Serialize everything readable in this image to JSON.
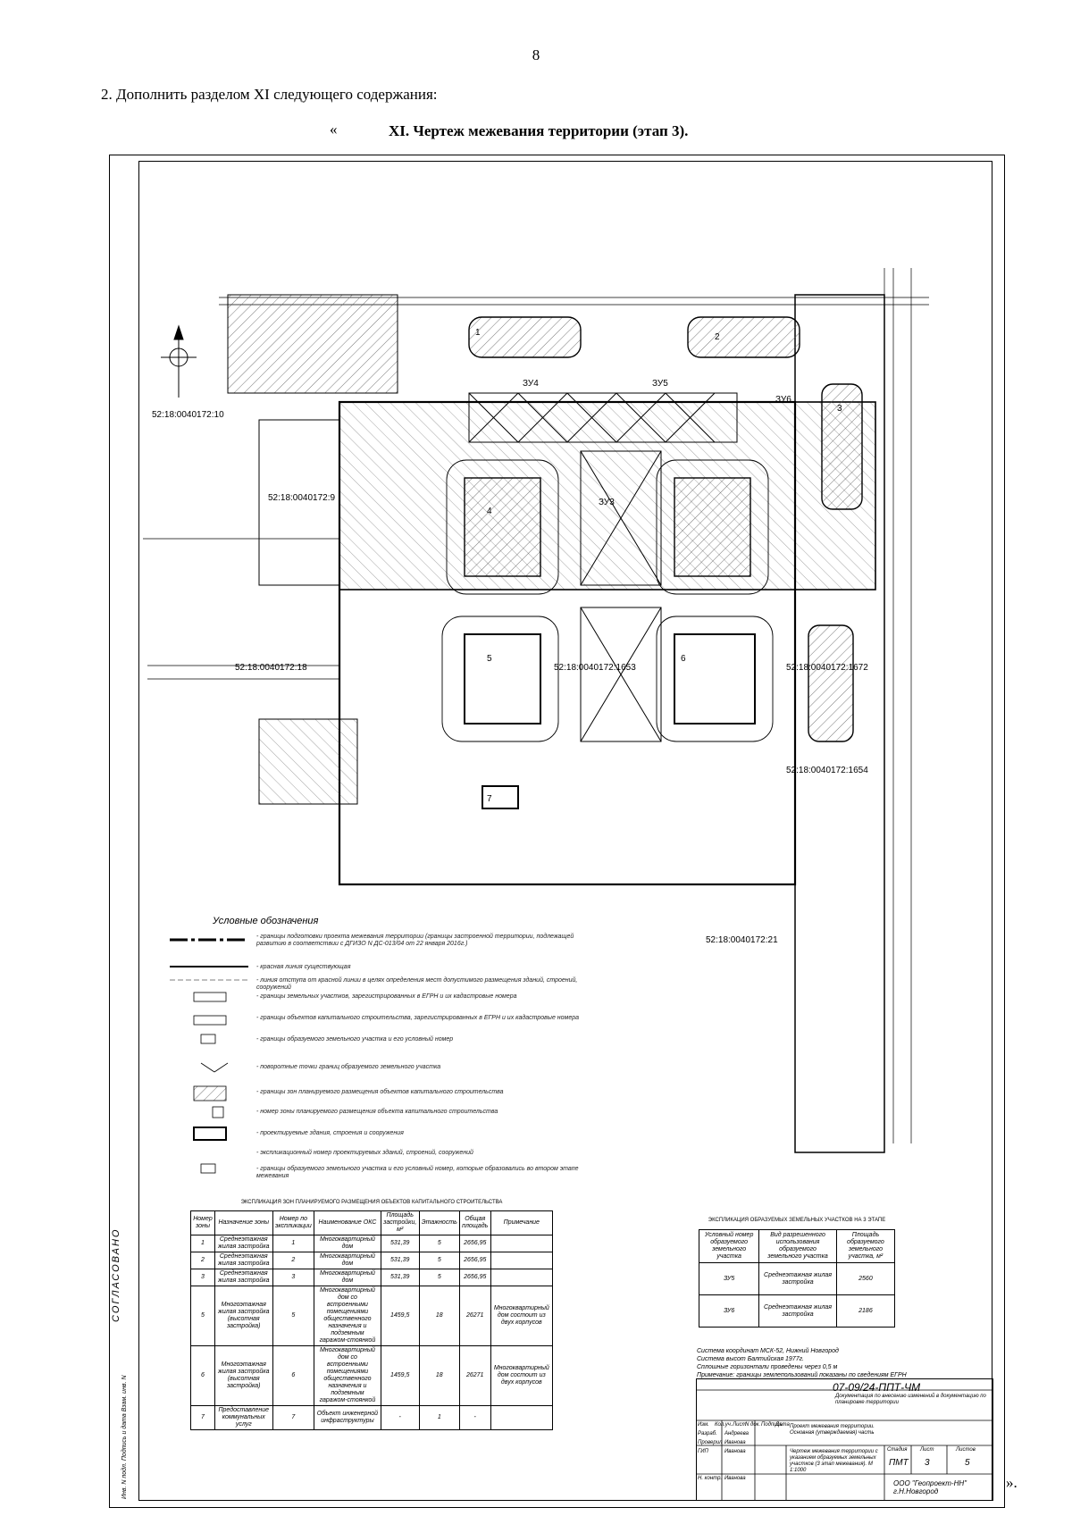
{
  "page_number": "8",
  "item_text": "2.  Дополнить разделом XI следующего содержания:",
  "quote_open": "«",
  "section_heading": "XI. Чертеж межевания территории (этап 3).",
  "quote_close": "».",
  "map": {
    "parcels": [
      "52:18:0040172:10",
      "52:18:0040172:9",
      "52:18:0040172:18",
      "52:18:0040172:1653",
      "52:18:0040172:1672",
      "52:18:0040172:1654",
      "52:18:0040172:21"
    ],
    "zones": [
      "ЗУ4",
      "ЗУ5",
      "ЗУ6",
      "ЗУ3"
    ],
    "buildings": [
      "1",
      "2",
      "3",
      "4",
      "5",
      "6",
      "7"
    ]
  },
  "legend": {
    "title": "Условные обозначения",
    "items": [
      "- границы подготовки проекта межевания территории (границы застроенной территории, подлежащей развитию в соответствии с ДГИЗО N ДС-013/04 от 22 января 2016г.)",
      "- красная линия существующая",
      "- линия отступа от красной линии в целях определения мест допустимого размещения зданий, строений, сооружений",
      "- границы земельных участков, зарегистрированных в ЕГРН и их кадастровые номера",
      "- границы объектов капитального строительства, зарегистрированных в ЕГРН и их кадастровые номера",
      "- границы образуемого земельного участка и его условный номер",
      "- поворотные точки границ образуемого земельного участка",
      "- границы зон планируемого размещения объектов капитального строительства",
      "- номер зоны планируемого размещения объекта капитального строительства",
      "- проектируемые здания, строения и сооружения",
      "- экспликационный номер проектируемых зданий, строений, сооружений",
      "- границы образуемого земельного участка и его условный номер, которые образовались во втором этапе межевания"
    ]
  },
  "table1": {
    "title": "ЭКСПЛИКАЦИЯ ЗОН ПЛАНИРУЕМОГО РАЗМЕЩЕНИЯ ОБЪЕКТОВ КАПИТАЛЬНОГО СТРОИТЕЛЬСТВА",
    "headers": [
      "Номер зоны",
      "Назначение зоны",
      "Номер по экспликации",
      "Наименование ОКС",
      "Площадь застройки, м²",
      "Этажность",
      "Общая площадь",
      "Примечание"
    ],
    "rows": [
      [
        "1",
        "Среднеэтажная жилая застройка",
        "1",
        "Многоквартирный дом",
        "531,39",
        "5",
        "2656,95",
        ""
      ],
      [
        "2",
        "Среднеэтажная жилая застройка",
        "2",
        "Многоквартирный дом",
        "531,39",
        "5",
        "2656,95",
        ""
      ],
      [
        "3",
        "Среднеэтажная жилая застройка",
        "3",
        "Многоквартирный дом",
        "531,39",
        "5",
        "2656,95",
        ""
      ],
      [
        "5",
        "Многоэтажная жилая застройка (высотная застройка)",
        "5",
        "Многоквартирный дом со встроенными помещениями общественного назначения и подземным гаражом-стоянкой",
        "1459,5",
        "18",
        "26271",
        "Многоквартирный дом состоит из двух корпусов"
      ],
      [
        "6",
        "Многоэтажная жилая застройка (высотная застройка)",
        "6",
        "Многоквартирный дом со встроенными помещениями общественного назначения и подземным гаражом-стоянкой",
        "1459,5",
        "18",
        "26271",
        "Многоквартирный дом состоит из двух корпусов"
      ],
      [
        "7",
        "Предоставление коммунальных услуг",
        "7",
        "Объект инженерной инфраструктуры",
        "-",
        "1",
        "-",
        ""
      ]
    ]
  },
  "table2": {
    "title": "ЭКСПЛИКАЦИЯ ОБРАЗУЕМЫХ ЗЕМЕЛЬНЫХ УЧАСТКОВ НА 3 ЭТАПЕ",
    "headers": [
      "Условный номер образуемого земельного участка",
      "Вид разрешенного использования образуемого земельного участка",
      "Площадь образуемого земельного участка, м²"
    ],
    "rows": [
      [
        "ЗУ5",
        "Среднеэтажная жилая застройка",
        "2560"
      ],
      [
        "ЗУ6",
        "Среднеэтажная жилая застройка",
        "2186"
      ]
    ]
  },
  "notes": [
    "Система координат МСК-52, Нижний Новгород",
    "Система высот Балтийская 1977г.",
    "Сплошные горизонтали проведены через 0,5 м",
    "Примечание: границы землепользований показаны по сведениям ЕГРН"
  ],
  "stamp": {
    "code": "07-09/24-ППТ-ЧМ",
    "description": "Документация по внесению изменений в документацию по планировке территории",
    "drawing_title": "Проект межевания территории. Основная (утверждаемая) часть",
    "sheet_title": "Чертеж межевания территории с указанием образуемых земельных участков (3 этап межевания). М 1:1000",
    "stage": "ПМТ",
    "sheet": "3",
    "sheets": "5",
    "org": "ООО \"Геопроект-НН\" г.Н.Новгород",
    "col_headers": [
      "Изм.",
      "Кол.уч.",
      "Лист",
      "N док.",
      "Подпись",
      "Дата"
    ],
    "roles": [
      "Разраб.",
      "Проверил",
      "ГИП",
      "Н. контр."
    ],
    "names": [
      "Андреева",
      "Иванова",
      "Иванова",
      "Иванова"
    ],
    "stage_headers": [
      "Стадия",
      "Лист",
      "Листов"
    ]
  },
  "margin": {
    "agreed": "СОГЛАСОВАНО",
    "fields": "Инв. N подл.   Подпись и дата   Взам. инв. N"
  }
}
